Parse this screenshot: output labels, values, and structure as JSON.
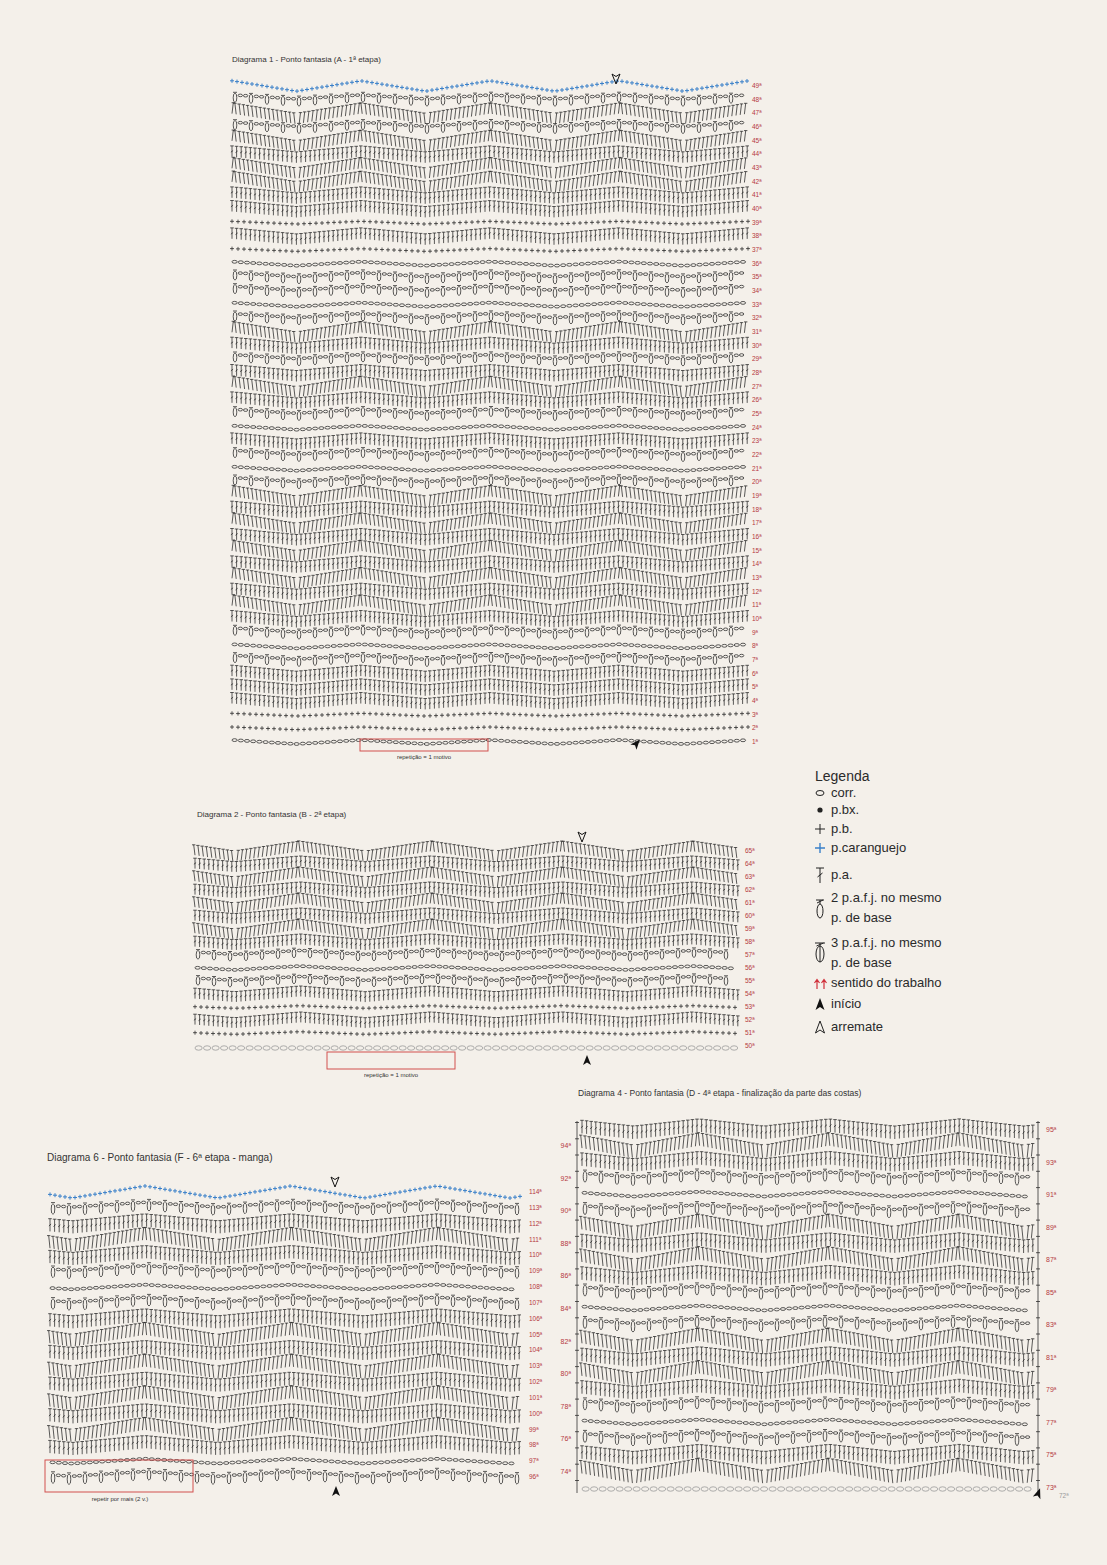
{
  "diagram": {
    "labels": [
      "Diagrama 1 - Ponto fantasia (A - 1ª etapa)",
      "1ª",
      "2ª",
      "3ª",
      "4ª",
      "5ª",
      "6ª",
      "7ª",
      "8ª",
      "9ª",
      "10ª",
      "11ª",
      "12ª",
      "13ª",
      "14ª",
      "15ª",
      "16ª",
      "17ª",
      "18ª",
      "19ª",
      "20ª",
      "21ª",
      "22ª",
      "23ª",
      "24ª",
      "25ª",
      "26ª",
      "27ª",
      "28ª",
      "29ª",
      "30ª",
      "31ª",
      "32ª",
      "33ª",
      "34ª",
      "35ª",
      "36ª",
      "37ª",
      "38ª",
      "39ª",
      "40ª",
      "41ª",
      "42ª",
      "43ª",
      "44ª",
      "45ª",
      "46ª",
      "47ª",
      "48ª",
      "49ª",
      "repetição = 1 motivo",
      "Diagrama 2 - Ponto fantasia (B - 2ª etapa)",
      "50ª",
      "51ª",
      "52ª",
      "53ª",
      "54ª",
      "55ª",
      "56ª",
      "57ª",
      "58ª",
      "59ª",
      "60ª",
      "61ª",
      "62ª",
      "63ª",
      "64ª",
      "65ª",
      "repetição = 1 motivo",
      "Legenda",
      "Diagrama 4 - Ponto fantasia (D - 4ª etapa - finalização da parte das costas)",
      "72ª",
      "73ª",
      "74ª",
      "75ª",
      "76ª",
      "77ª",
      "78ª",
      "79ª",
      "80ª",
      "81ª",
      "82ª",
      "83ª",
      "84ª",
      "85ª",
      "86ª",
      "87ª",
      "88ª",
      "89ª",
      "90ª",
      "91ª",
      "92ª",
      "93ª",
      "94ª",
      "95ª",
      "Diagrama 6 - Ponto fantasia (F - 6ª etapa - manga)",
      "96ª",
      "97ª",
      "98ª",
      "99ª",
      "100ª",
      "101ª",
      "102ª",
      "103ª",
      "104ª",
      "105ª",
      "106ª",
      "107ª",
      "108ª",
      "109ª",
      "110ª",
      "111ª",
      "112ª",
      "113ª",
      "114ª",
      "repetir por mais (2 v.)"
    ],
    "legend": [
      {
        "text": "corr."
      },
      {
        "text": "p.bx."
      },
      {
        "text": "p.b."
      },
      {
        "text": "p.caranguejo"
      },
      {
        "text": "p.a."
      },
      {
        "text": "2 p.a.f.j. no mesmo p. de base"
      },
      {
        "text": "3 p.a.f.j. no mesmo p. de base"
      },
      {
        "text": "sentido do trabalho"
      },
      {
        "text": "início"
      },
      {
        "text": "arremate"
      }
    ]
  }
}
